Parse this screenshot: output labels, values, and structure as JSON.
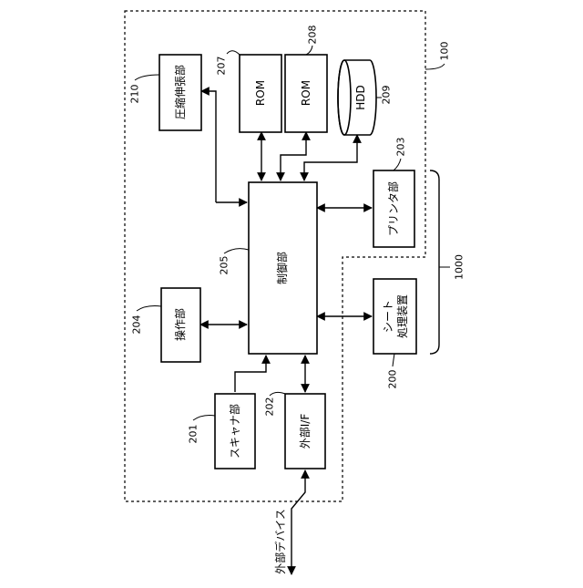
{
  "blocks": {
    "compress": "圧縮伸張部",
    "rom1": "ROM",
    "rom2": "ROM",
    "hdd": "HDD",
    "printer": "プリンタ部",
    "control": "制御部",
    "operation": "操作部",
    "sheet_line1": "シート",
    "sheet_line2": "処理装置",
    "scanner": "スキャナ部",
    "external_if": "外部I/F",
    "external_device": "外部デバイス"
  },
  "refs": {
    "compress": "210",
    "rom1": "207",
    "rom2": "208",
    "hdd": "209",
    "printer": "203",
    "control": "205",
    "operation": "204",
    "sheet": "200",
    "scanner": "201",
    "external_if": "202",
    "apparatus": "100",
    "system": "1000"
  }
}
